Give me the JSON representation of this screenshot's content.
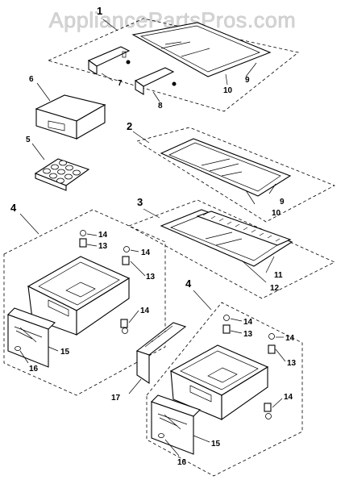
{
  "watermark": "AppliancePartsPros.com",
  "groups": {
    "g1": "1",
    "g2": "2",
    "g3": "3",
    "g4a": "4",
    "g4b": "4"
  },
  "callouts": {
    "c5": "5",
    "c6": "6",
    "c7": "7",
    "c8": "8",
    "c9a": "9",
    "c10a": "10",
    "c9b": "9",
    "c10b": "10",
    "c11": "11",
    "c12": "12",
    "c14a": "14",
    "c13a": "13",
    "c14b": "14",
    "c13b": "13",
    "c14c": "14",
    "c15a": "15",
    "c16a": "16",
    "c17": "17",
    "c14d": "14",
    "c13c": "13",
    "c14e": "14",
    "c13d": "13",
    "c14f": "14",
    "c15b": "15",
    "c16b": "16"
  }
}
